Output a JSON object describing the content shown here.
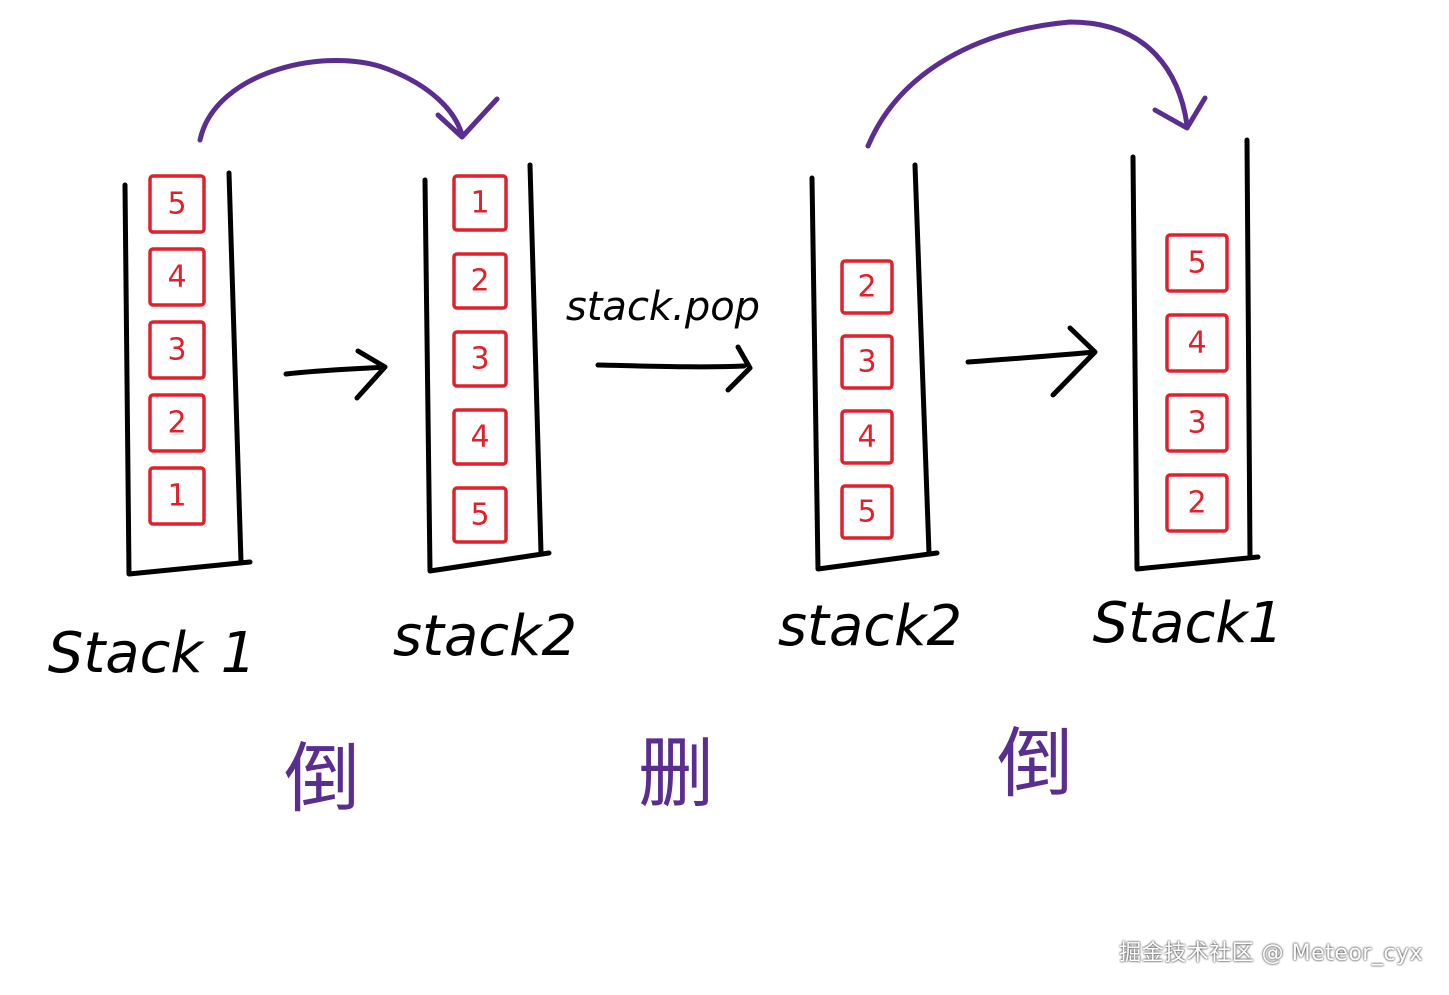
{
  "colors": {
    "ink": "#000000",
    "element_red": "#e0202a",
    "annotation_purple": "#5a2d91"
  },
  "stacks": [
    {
      "label": "Stack 1",
      "items": [
        "5",
        "4",
        "3",
        "2",
        "1"
      ]
    },
    {
      "label": "stack2",
      "items": [
        "1",
        "2",
        "3",
        "4",
        "5"
      ]
    },
    {
      "label": "stack2",
      "items": [
        "2",
        "3",
        "4",
        "5"
      ]
    },
    {
      "label": "Stack1",
      "items": [
        "5",
        "4",
        "3",
        "2"
      ]
    }
  ],
  "operation_label": "stack.pop",
  "step_labels": [
    "倒",
    "删",
    "倒"
  ],
  "watermark": "掘金技术社区 @ Meteor_cyx"
}
